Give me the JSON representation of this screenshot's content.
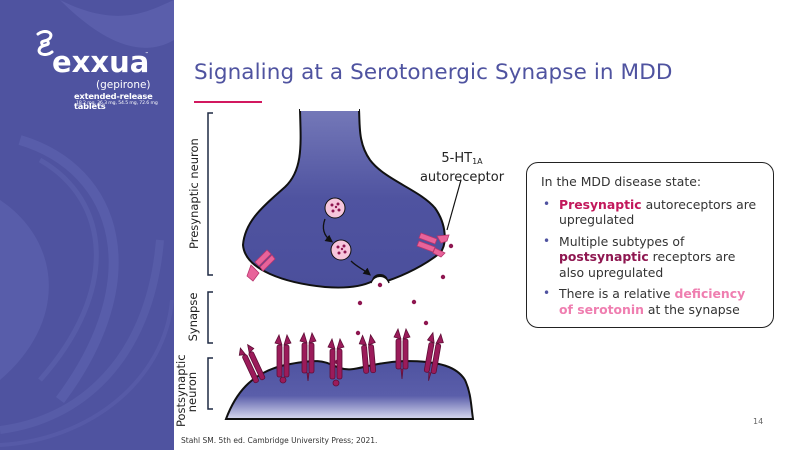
{
  "brand": {
    "name": "exxua",
    "trademark": "™",
    "generic_name": "(gepirone)",
    "formulation": "extended-release tablets",
    "doses": "18.2 mg, 36.3 mg, 54.5 mg, 72.6 mg"
  },
  "slide": {
    "title": "Signaling at a Serotonergic Synapse in MDD",
    "page_number": "14",
    "citation": "Stahl SM. 5th ed. Cambridge University Press; 2021."
  },
  "diagram": {
    "labels": {
      "presynaptic": "Presynaptic neuron",
      "synapse": "Synapse",
      "postsynaptic_line1": "Postsynaptic",
      "postsynaptic_line2": "neuron"
    },
    "annotation": {
      "line1_prefix": "5-HT",
      "line1_subscript": "1A",
      "line2": "autoreceptor"
    },
    "colors": {
      "neuron_fill": "#4f53a0",
      "autoreceptor": "#e8639a",
      "postsynaptic_receptor": "#9b1b5a",
      "serotonin": "#8e1650",
      "vesicle": "#f6c6dc"
    }
  },
  "info_box": {
    "heading": "In the MDD disease state:",
    "bullets": [
      {
        "highlight": "Presynaptic",
        "rest": " autoreceptors are upregulated"
      },
      {
        "before": "Multiple subtypes of ",
        "highlight": "postsynaptic",
        "rest": " receptors are also upregulated"
      },
      {
        "before": "There is a relative ",
        "highlight": "deficiency of serotonin",
        "rest": " at the synapse"
      }
    ],
    "bullet_glyph": "•"
  }
}
